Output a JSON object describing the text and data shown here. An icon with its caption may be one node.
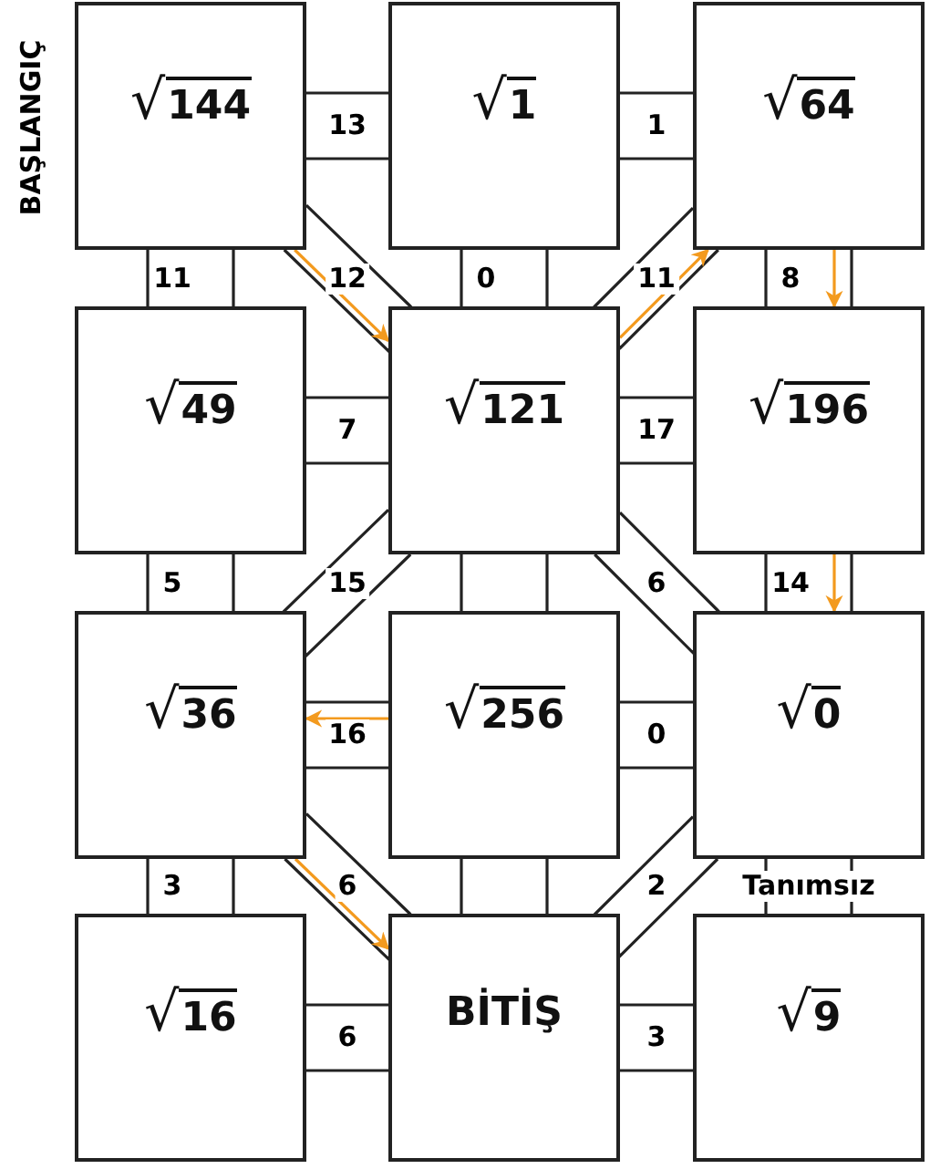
{
  "diagram": {
    "nodes": [
      {
        "text": [
          "√144"
        ],
        "beside": [
          "BAŞLANGIÇ"
        ]
      },
      {
        "text": [
          "√1"
        ]
      },
      {
        "text": [
          "√64"
        ]
      },
      {
        "text": [
          "√49"
        ]
      },
      {
        "text": [
          "√121"
        ]
      },
      {
        "text": [
          "√196"
        ]
      },
      {
        "text": [
          "√36"
        ]
      },
      {
        "text": [
          "√256"
        ]
      },
      {
        "text": [
          "√0"
        ]
      },
      {
        "text": [
          "√16"
        ]
      },
      {
        "text": [
          "BİTİŞ"
        ]
      },
      {
        "text": [
          "√9"
        ]
      }
    ],
    "edges": [
      {
        "from": 0,
        "to": 1,
        "arrow": "none",
        "label": "13"
      },
      {
        "from": 1,
        "to": 2,
        "arrow": "none",
        "label": "1"
      },
      {
        "from": 0,
        "to": 3,
        "arrow": "none",
        "label": "11"
      },
      {
        "from": 0,
        "to": 4,
        "arrow": "none",
        "label": "12"
      },
      {
        "from": 1,
        "to": 4,
        "arrow": "none",
        "label": "0"
      },
      {
        "from": 2,
        "to": 4,
        "arrow": "none",
        "label": "11"
      },
      {
        "from": 2,
        "to": 5,
        "arrow": "none",
        "label": "8"
      },
      {
        "from": 3,
        "to": 4,
        "arrow": "none",
        "label": "7"
      },
      {
        "from": 4,
        "to": 5,
        "arrow": "none",
        "label": "17"
      },
      {
        "from": 3,
        "to": 6,
        "arrow": "none",
        "label": "5"
      },
      {
        "from": 4,
        "to": 6,
        "arrow": "none",
        "label": "15"
      },
      {
        "from": 4,
        "to": 7,
        "arrow": "none"
      },
      {
        "from": 4,
        "to": 8,
        "arrow": "none",
        "label": "6"
      },
      {
        "from": 5,
        "to": 8,
        "arrow": "none",
        "label": "14"
      },
      {
        "from": 6,
        "to": 7,
        "arrow": "none",
        "label": "16"
      },
      {
        "from": 7,
        "to": 8,
        "arrow": "none",
        "label": "0"
      },
      {
        "from": 6,
        "to": 9,
        "arrow": "none",
        "label": "3"
      },
      {
        "from": 6,
        "to": 10,
        "arrow": "none",
        "label": "6"
      },
      {
        "from": 7,
        "to": 10,
        "arrow": "none"
      },
      {
        "from": 8,
        "to": 10,
        "arrow": "none",
        "label": "2"
      },
      {
        "from": 8,
        "to": 11,
        "arrow": "none",
        "label": "Tanımsız"
      },
      {
        "from": 9,
        "to": 10,
        "arrow": "none",
        "label": "6"
      },
      {
        "from": 10,
        "to": 11,
        "arrow": "none",
        "label": "3"
      },
      {
        "from": 0,
        "to": 4,
        "arrow": "to",
        "color": "#f39a1e"
      },
      {
        "from": 4,
        "to": 2,
        "arrow": "to",
        "color": "#f39a1e"
      },
      {
        "from": 2,
        "to": 5,
        "arrow": "to",
        "color": "#f39a1e"
      },
      {
        "from": 5,
        "to": 8,
        "arrow": "to",
        "color": "#f39a1e"
      },
      {
        "from": 7,
        "to": 6,
        "arrow": "to",
        "color": "#f39a1e"
      },
      {
        "from": 6,
        "to": 10,
        "arrow": "to",
        "color": "#f39a1e"
      }
    ]
  }
}
